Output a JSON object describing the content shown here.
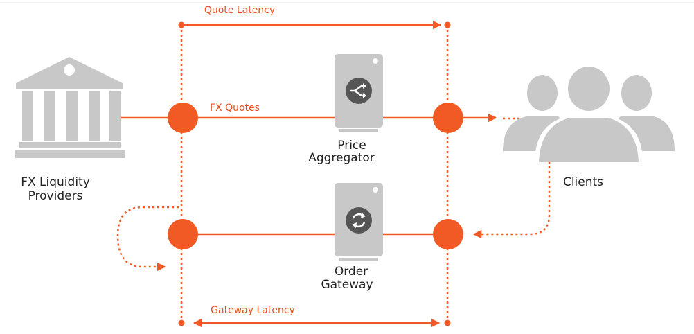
{
  "colors": {
    "accent": "#f15a24",
    "label_orange": "#e84e1b",
    "icon_gray": "#c8c8c8",
    "server_badge": "#555555",
    "text_dark": "#222222",
    "frame_line": "#e6e6e6"
  },
  "labels": {
    "quote_latency": "Quote Latency",
    "fx_quotes": "FX Quotes",
    "gateway_latency": "Gateway Latency"
  },
  "nodes": {
    "liquidity_providers": {
      "icon": "bank-icon",
      "label_line1": "FX Liquidity",
      "label_line2": "Providers"
    },
    "price_aggregator": {
      "icon": "price-aggregator-server-icon",
      "badge_icon": "shuffle-icon",
      "label_line1": "Price",
      "label_line2": "Aggregator"
    },
    "order_gateway": {
      "icon": "order-gateway-server-icon",
      "badge_icon": "sync-icon",
      "label_line1": "Order",
      "label_line2": "Gateway"
    },
    "clients": {
      "icon": "clients-group-icon",
      "label": "Clients"
    }
  }
}
